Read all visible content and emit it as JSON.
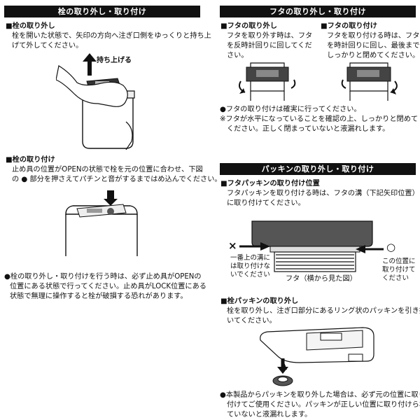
{
  "left": {
    "header": "栓の取り外し・取り付け",
    "remove": {
      "title": "■栓の取り外し",
      "body": [
        "栓を開いた状態で、矢印の方向へ注ぎ口側をゆっくりと持ち上",
        "げて外してください。"
      ],
      "lift_label": "持ち上げる"
    },
    "attach": {
      "title": "■栓の取り付け",
      "body": [
        "止め具の位置がOPENの状態で栓を元の位置に合わせ、下図",
        "の ● 部分を押さえてパチンと音がするまではめ込んでください。"
      ]
    },
    "note": [
      "●栓の取り外し・取り付けを行う時は、必ず止め具がOPENの",
      "位置にある状態で行ってください。止め具がLOCK位置にある",
      "状態で無理に操作すると栓が破損する恐れがあります。"
    ]
  },
  "right": {
    "header_lid": "フタの取り外し・取り付け",
    "lid_remove": {
      "title": "■フタの取り外し",
      "body": [
        "フタを取り外す時は、フタ",
        "を反時計回りに回してくだ",
        "さい。"
      ]
    },
    "lid_attach": {
      "title": "■フタの取り付け",
      "body": [
        "フタを取り付ける時は、フタ",
        "を時計回りに回し、最後まで",
        "しっかりと閉めてください。"
      ]
    },
    "lid_notes": [
      "●フタの取り付けは確実に行ってください。",
      "※フタが水平になっていることを確認の上、しっかりと閉めて",
      "ください。正しく閉まっていないと液漏れします。"
    ],
    "header_packing": "パッキンの取り外し・取り付け",
    "packing_position": {
      "title": "■フタパッキンの取り付け位置",
      "body": [
        "フタパッキンを取り付ける時は、フタの溝（下記矢印位置）",
        "に取り付けてください。"
      ]
    },
    "diagram": {
      "wrong_mark": "×",
      "right_mark": "○",
      "wrong_label": [
        "一番上の溝に",
        "は取り付けな",
        "いでください"
      ],
      "right_label": [
        "この位置に",
        "取り付けて",
        "ください"
      ],
      "caption": "フタ（横から見た図）"
    },
    "packing_remove": {
      "title": "■栓パッキンの取り外し",
      "body": [
        "栓を取り外し、注ぎ口部分にあるリング状のパッキンを引き抜",
        "いてください。"
      ]
    },
    "packing_notes": [
      "●本製品からパッキンを取り外した場合は、必ず元の位置に取り",
      "付けてご使用ください。パッキンが正しい位置に取り付けられ",
      "ていないと液漏れします。"
    ]
  }
}
